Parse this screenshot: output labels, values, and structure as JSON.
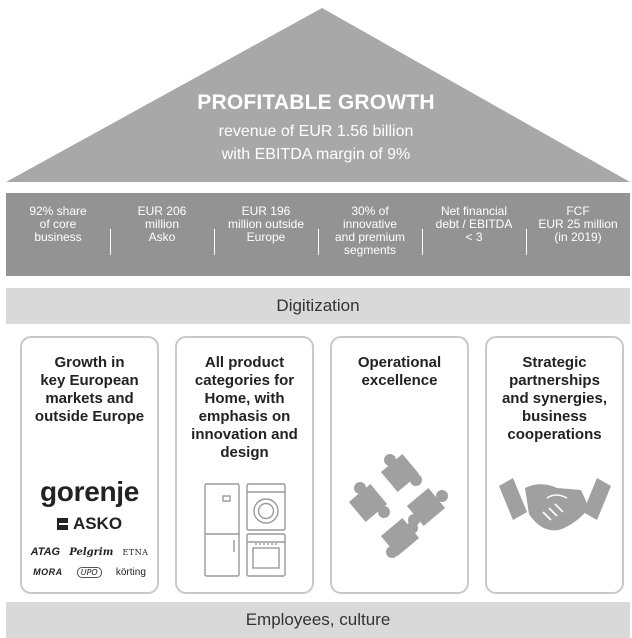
{
  "roof": {
    "title": "PROFITABLE GROWTH",
    "line1": "revenue of EUR 1.56 billion",
    "line2": "with EBITDA margin of 9%",
    "color": "#a8a8a8"
  },
  "metrics": [
    {
      "text": "92% share\nof core\nbusiness"
    },
    {
      "text": "EUR 206\nmillion\nAsko"
    },
    {
      "text": "EUR 196\nmillion outside\nEurope"
    },
    {
      "text": "30% of\ninnovative\nand premium\nsegments"
    },
    {
      "text": "Net financial\ndebt / EBITDA\n< 3"
    },
    {
      "text": "FCF\nEUR 25 million\n(in 2019)"
    }
  ],
  "digitization": "Digitization",
  "pillars": [
    {
      "title": "Growth in\nkey European\nmarkets and\noutside Europe",
      "icon": "brand-logos"
    },
    {
      "title": "All product\ncategories for\nHome, with\nemphasis on\ninnovation and\ndesign",
      "icon": "appliances-icon"
    },
    {
      "title": "Operational\nexcellence",
      "icon": "puzzle-icon"
    },
    {
      "title": "Strategic\npartnerships\nand synergies,\nbusiness\ncooperations",
      "icon": "handshake-icon"
    }
  ],
  "brands": {
    "gorenje": "gorenje",
    "asko": "ASKO",
    "atag": "ATAG",
    "pelgrim": "Pelgrim",
    "etna": "ETNA",
    "mora": "MORA",
    "upo": "UPO",
    "korting": "körting"
  },
  "employees": "Employees, culture",
  "colors": {
    "metrics_band": "#939393",
    "light_band": "#d9d9d9",
    "pillar_border": "#c9c9c9",
    "icon_gray": "#a0a0a0"
  }
}
